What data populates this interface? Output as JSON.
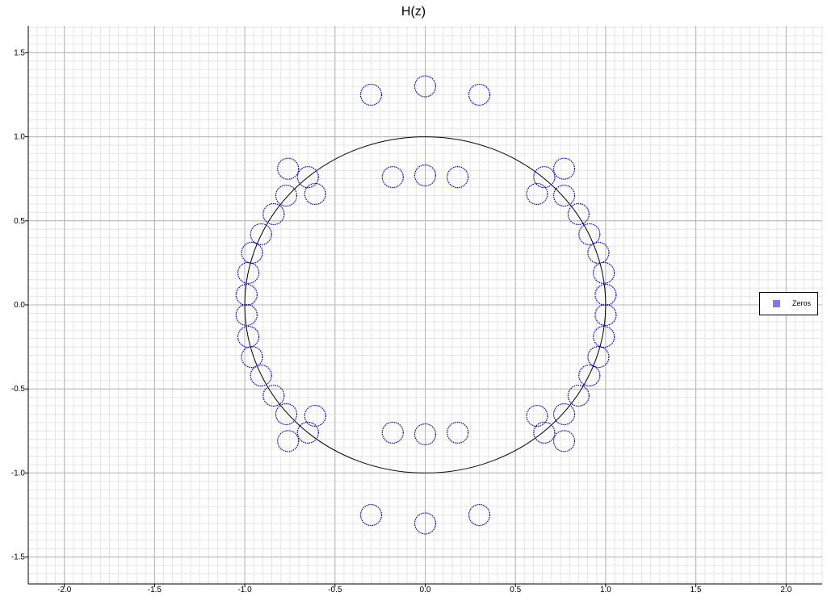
{
  "chart_data": {
    "type": "scatter",
    "title": "H(z)",
    "xlabel": "",
    "ylabel": "",
    "xlim": [
      -2.2,
      2.2
    ],
    "ylim": [
      -1.66,
      1.66
    ],
    "x_ticks": [
      -2.0,
      -1.5,
      -1.0,
      -0.5,
      0.0,
      0.5,
      1.0,
      1.5,
      2.0
    ],
    "x_tick_labels": [
      "-2.0",
      "-1.5",
      "-1.0",
      "-0.5",
      "0.0",
      "0.5",
      "1.0",
      "1.5",
      "2.0"
    ],
    "y_ticks": [
      1.5,
      1.0,
      0.5,
      0.0,
      -0.5,
      -1.0,
      -1.5
    ],
    "y_tick_labels": [
      "1.5",
      "1.0",
      "0.5",
      "0.0",
      "-0.5",
      "-1.0",
      "-1.5"
    ],
    "grid": true,
    "unit_circle": true,
    "legend_position": "right",
    "series": [
      {
        "name": "Zeros",
        "marker": "circle",
        "color": "#0000cc",
        "legend_color": "#7b7bef",
        "points": [
          [
            0.0,
            1.3
          ],
          [
            -0.3,
            1.25
          ],
          [
            0.3,
            1.25
          ],
          [
            0.0,
            0.77
          ],
          [
            -0.18,
            0.76
          ],
          [
            0.18,
            0.76
          ],
          [
            -0.76,
            0.81
          ],
          [
            -0.65,
            0.76
          ],
          [
            -0.61,
            0.66
          ],
          [
            -0.77,
            0.65
          ],
          [
            -0.84,
            0.54
          ],
          [
            -0.91,
            0.42
          ],
          [
            -0.96,
            0.31
          ],
          [
            -0.98,
            0.19
          ],
          [
            -0.99,
            0.06
          ],
          [
            0.77,
            0.81
          ],
          [
            0.66,
            0.76
          ],
          [
            0.62,
            0.66
          ],
          [
            0.77,
            0.65
          ],
          [
            0.85,
            0.54
          ],
          [
            0.91,
            0.42
          ],
          [
            0.96,
            0.31
          ],
          [
            0.99,
            0.19
          ],
          [
            1.0,
            0.06
          ],
          [
            -0.99,
            -0.06
          ],
          [
            -0.98,
            -0.19
          ],
          [
            -0.96,
            -0.31
          ],
          [
            -0.91,
            -0.42
          ],
          [
            -0.84,
            -0.54
          ],
          [
            -0.77,
            -0.65
          ],
          [
            -0.61,
            -0.66
          ],
          [
            -0.65,
            -0.76
          ],
          [
            -0.76,
            -0.81
          ],
          [
            1.0,
            -0.06
          ],
          [
            0.99,
            -0.19
          ],
          [
            0.96,
            -0.31
          ],
          [
            0.91,
            -0.42
          ],
          [
            0.85,
            -0.54
          ],
          [
            0.77,
            -0.65
          ],
          [
            0.62,
            -0.66
          ],
          [
            0.66,
            -0.76
          ],
          [
            0.77,
            -0.81
          ],
          [
            -0.18,
            -0.76
          ],
          [
            0.0,
            -0.77
          ],
          [
            0.18,
            -0.76
          ],
          [
            -0.3,
            -1.25
          ],
          [
            0.0,
            -1.3
          ],
          [
            0.3,
            -1.25
          ]
        ]
      }
    ]
  }
}
